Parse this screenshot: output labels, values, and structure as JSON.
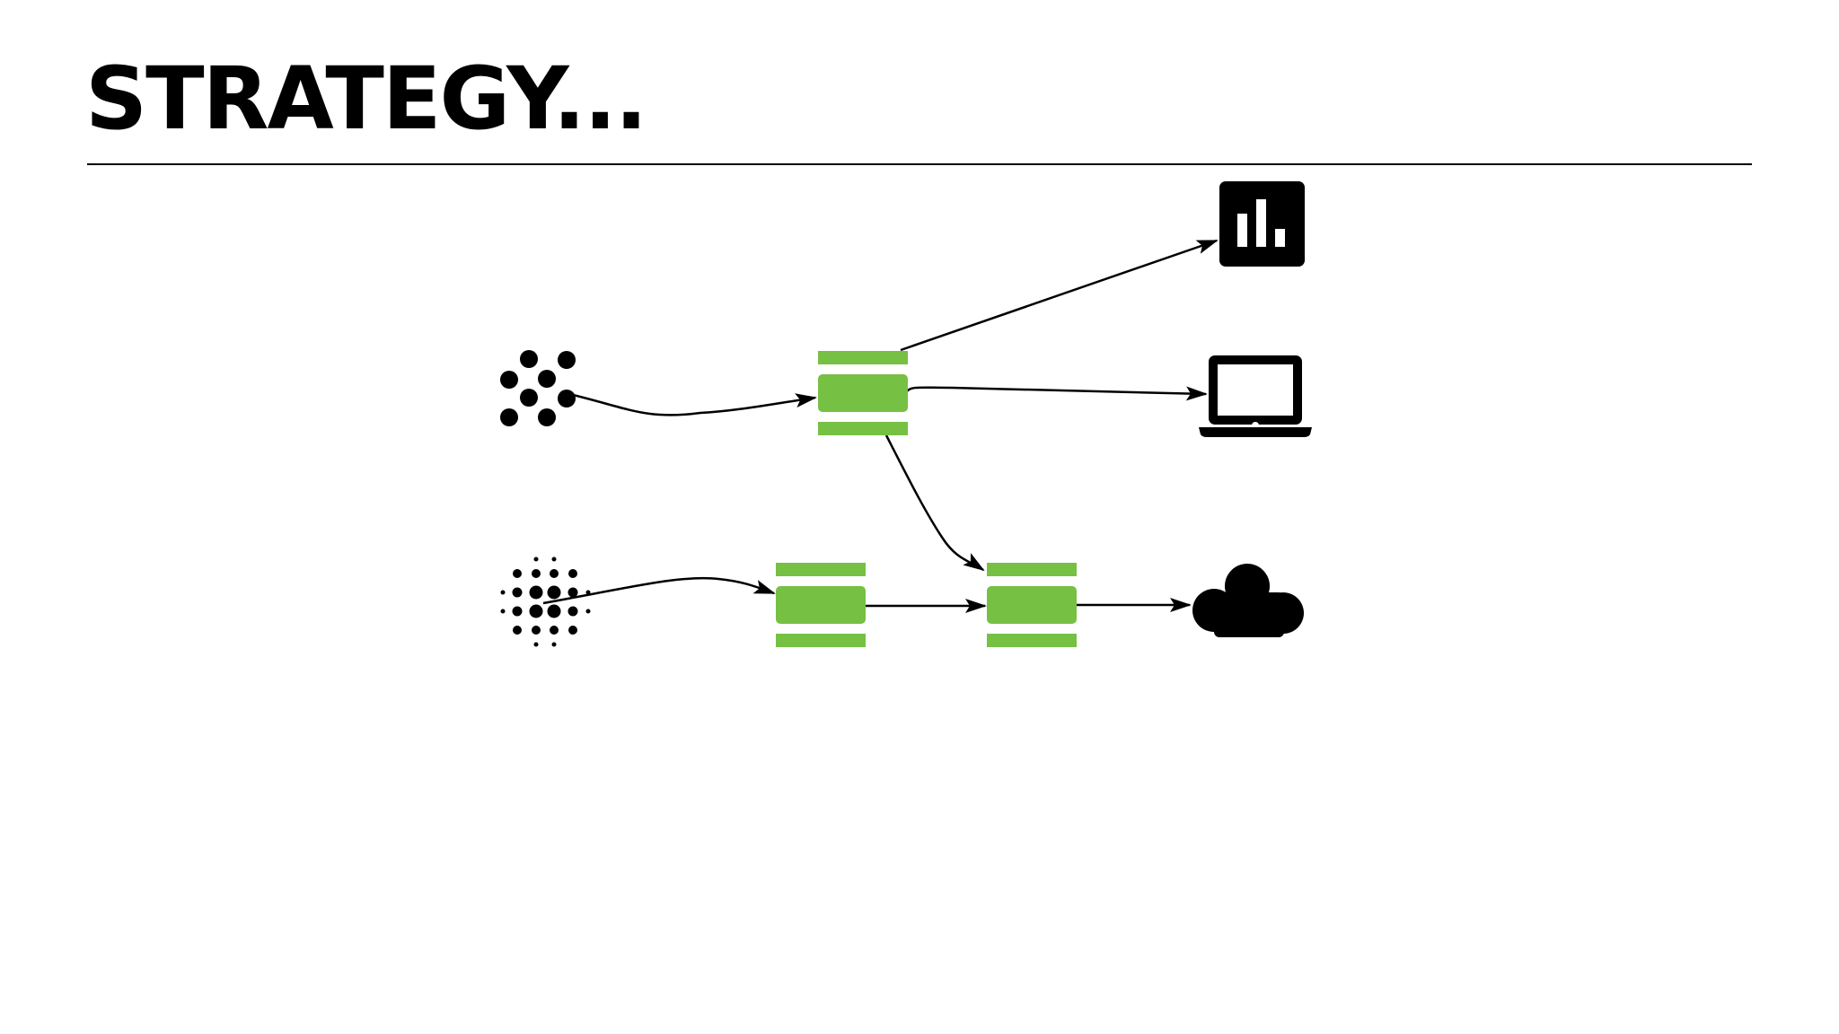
{
  "slide": {
    "title": "STRATEGY..."
  },
  "colors": {
    "accent": "#76c043",
    "ink": "#000000",
    "background": "#ffffff"
  },
  "diagram": {
    "nodes": [
      {
        "id": "source-dots-small",
        "icon": "scatter-dots-icon"
      },
      {
        "id": "source-dots-large",
        "icon": "radial-dots-icon"
      },
      {
        "id": "broker-top",
        "icon": "message-queue-icon"
      },
      {
        "id": "broker-bottom-left",
        "icon": "message-queue-icon"
      },
      {
        "id": "broker-bottom-right",
        "icon": "message-queue-icon"
      },
      {
        "id": "analytics-target",
        "icon": "bar-chart-icon"
      },
      {
        "id": "laptop-target",
        "icon": "laptop-icon"
      },
      {
        "id": "cloud-target",
        "icon": "cloud-icon"
      }
    ],
    "edges": [
      {
        "from": "source-dots-small",
        "to": "broker-top"
      },
      {
        "from": "broker-top",
        "to": "analytics-target"
      },
      {
        "from": "broker-top",
        "to": "laptop-target"
      },
      {
        "from": "broker-top",
        "to": "broker-bottom-right"
      },
      {
        "from": "source-dots-large",
        "to": "broker-bottom-left"
      },
      {
        "from": "broker-bottom-left",
        "to": "broker-bottom-right"
      },
      {
        "from": "broker-bottom-right",
        "to": "cloud-target"
      }
    ]
  }
}
